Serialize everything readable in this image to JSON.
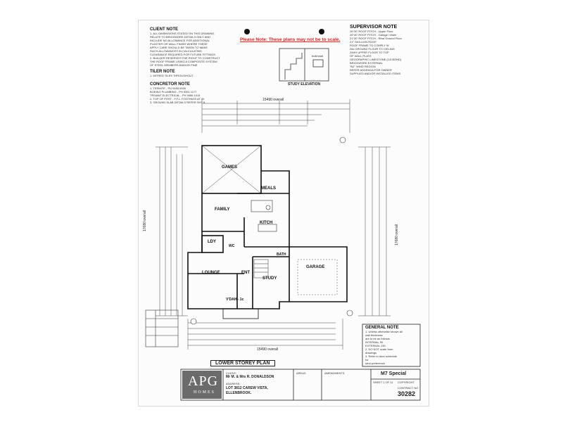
{
  "notice": "Please Note: These plans may not be to scale.",
  "client_note": {
    "title": "CLIENT NOTE",
    "lines": [
      "1. ALL DIMENSIONS STATED ON THIS DRAWING",
      "RELATE TO BRICKWORK DETAILS ONLY AND",
      "INCLUDE NO ALLOWANCE FOR ADDITIONAL",
      "PLASTER OR WALL FINISH WHERE THESE",
      "APPLY CARE SHOULD BE TAKEN TO MAKE",
      "SUCH ALLOWANCES IN CALCULATING",
      "CLEARANCE REQUIRED FOR FUTURE FITTINGS.",
      "2. BUILDER RESERVES THE RIGHT TO CONSTRUCT",
      "THE ROOF FRAME USING A COMPOSITE SYSTEM",
      "OF STEEL MEMBERS AND/OR PINE"
    ]
  },
  "tiler_note": {
    "title": "TILER NOTE",
    "lines": [
      "1. MITRED TILES THROUGHOUT."
    ]
  },
  "concreter_note": {
    "title": "CONCRETOR NOTE",
    "lines": [
      "1. TERMITE - PH 9455 0000",
      "BOEING PLUMBING - PH 9351 1177",
      "TRIVANT ELECTRICAL - PH 9456 1014",
      "2. TOP OF POST - F.F.L. FOOTINGS AT 20",
      "3. GROUND SLAB DETAILS REFER SHT 8"
    ]
  },
  "supervisor_note": {
    "title": "SUPERVISOR NOTE",
    "lines": [
      "26°30' ROOF PITCH - Upper Floor",
      "26°40' ROOF PITCH - Garage / Main",
      "21°40' ROOF PITCH - Rear Ground Floor",
      "21° SKILLION ROOF",
      "ROOF FRAME TO COMPLY W",
      "28c GROUND FLOOR TO CEILING",
      "24HH UPPER FLOOR TO TOP",
      "OF WALL PLATE",
      "GEOGRAPHIC LIMESTONE (1/3 BOND)",
      "BRICKWORK EXTERNAL",
      "\"N2\" WIND REGION",
      "REFER ADDENDA FOR OWNER",
      "SUPPLIED AND/OR INSTALLED ITEMS"
    ]
  },
  "study_elevation": {
    "label": "STUDY ELEVATION",
    "note": "bulkhead"
  },
  "dimensions": {
    "overall_top": "15490 overall",
    "overall_bottom": "15490 overall",
    "overall_left": "17680 overall",
    "overall_right": "17680 overall"
  },
  "rooms": {
    "games": "GAMES",
    "meals": "MEALS",
    "family": "FAMILY",
    "kitch": "KITCH",
    "ldy": "LDY",
    "lounge": "LOUNGE",
    "ent": "ENT",
    "study": "STUDY",
    "garage": "GARAGE",
    "wc": "WC",
    "bath": "BATH",
    "verandah": "V'DAH - 1c"
  },
  "general_note": {
    "title": "GENERAL NOTE",
    "lines": [
      "1. Unless otherwise shown all",
      "wall thickness",
      "are to be as follows:",
      "INTERNAL 90",
      "EXTERNAL 230",
      "2. DO NOT scale from",
      "drawings",
      "3. Refer to door schedule",
      "for",
      "strut preference"
    ]
  },
  "plan_title": "LOWER STOREY PLAN",
  "title_block": {
    "brand": "APG",
    "brand_sub": "HOMES",
    "client_label": "CLIENT:",
    "client": "Mr M. & Mrs R. DONALDSON",
    "address_label": "ADDRESS:",
    "address_1": "LOT 3812 CAREW VISTA,",
    "address_2": "ELLENBROOK.",
    "areas_label": "AREAS",
    "amendments_label": "AMENDMENTS",
    "design": "M7 Special",
    "sheet": "SHEET 1 OF 11",
    "copyright": "COPYRIGHT",
    "contract_label": "CONTRACT NO",
    "contract_no": "30282"
  },
  "colors": {
    "notice": "#cc2222",
    "ink": "#222222",
    "paper": "#fcfcfc"
  }
}
